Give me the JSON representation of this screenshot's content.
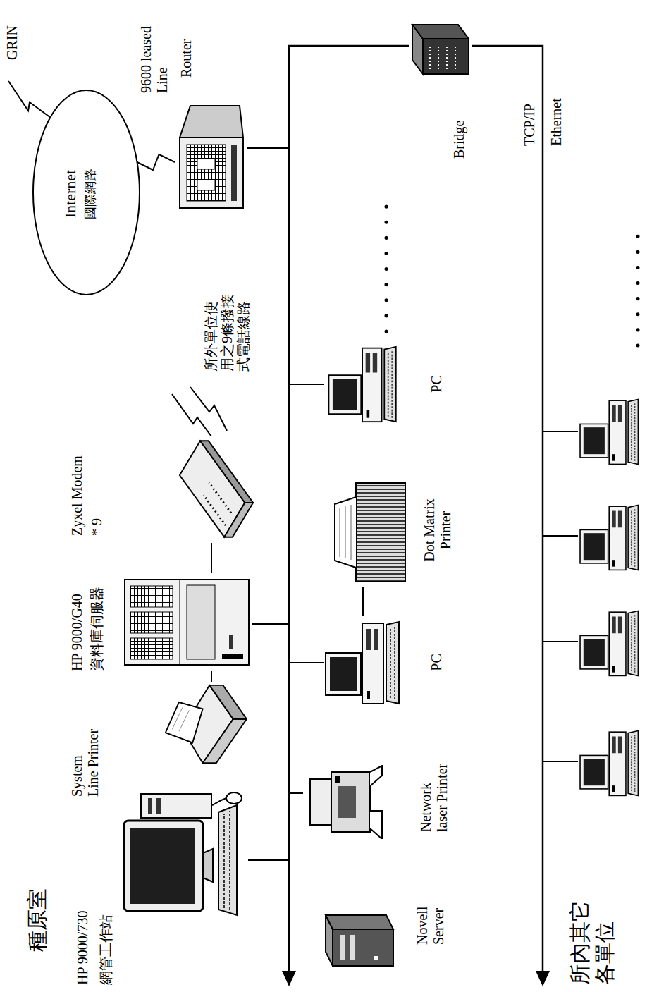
{
  "diagram": {
    "nodes": [
      {
        "text": [
          "HP 9000/730",
          "網管工作站"
        ]
      },
      {
        "text": [
          "Novell Server"
        ]
      },
      {
        "text": [
          "Network laser Printer"
        ]
      },
      {
        "text": [
          "System Line Printer"
        ]
      },
      {
        "text": [
          "HP 9000/G40",
          "資料庫伺服器"
        ]
      },
      {
        "text": [
          "Zyxel Modem",
          "* 9"
        ]
      },
      {
        "text": [
          "PC"
        ]
      },
      {
        "text": [
          "Dot Matrix Printer"
        ]
      },
      {
        "text": [
          "PC"
        ]
      },
      {
        "text": [
          "Internet",
          "國際網路"
        ]
      },
      {
        "text": [
          "Router"
        ]
      },
      {
        "text": [
          "Bridge"
        ]
      }
    ],
    "edges": [
      {
        "from": 3,
        "to": 4,
        "arrow": "none"
      },
      {
        "from": 4,
        "to": 5,
        "arrow": "none"
      },
      {
        "from": 6,
        "to": 7,
        "arrow": "none"
      },
      {
        "from": 10,
        "to": 9,
        "label": "9600 leased Line",
        "arrow": "none"
      }
    ],
    "labels": [
      "種原室",
      "所外單位使 用之9條撥接 式電話線路",
      "GRIN",
      "TCP/IP",
      "Ethernet",
      "所內其它 各單位"
    ]
  }
}
